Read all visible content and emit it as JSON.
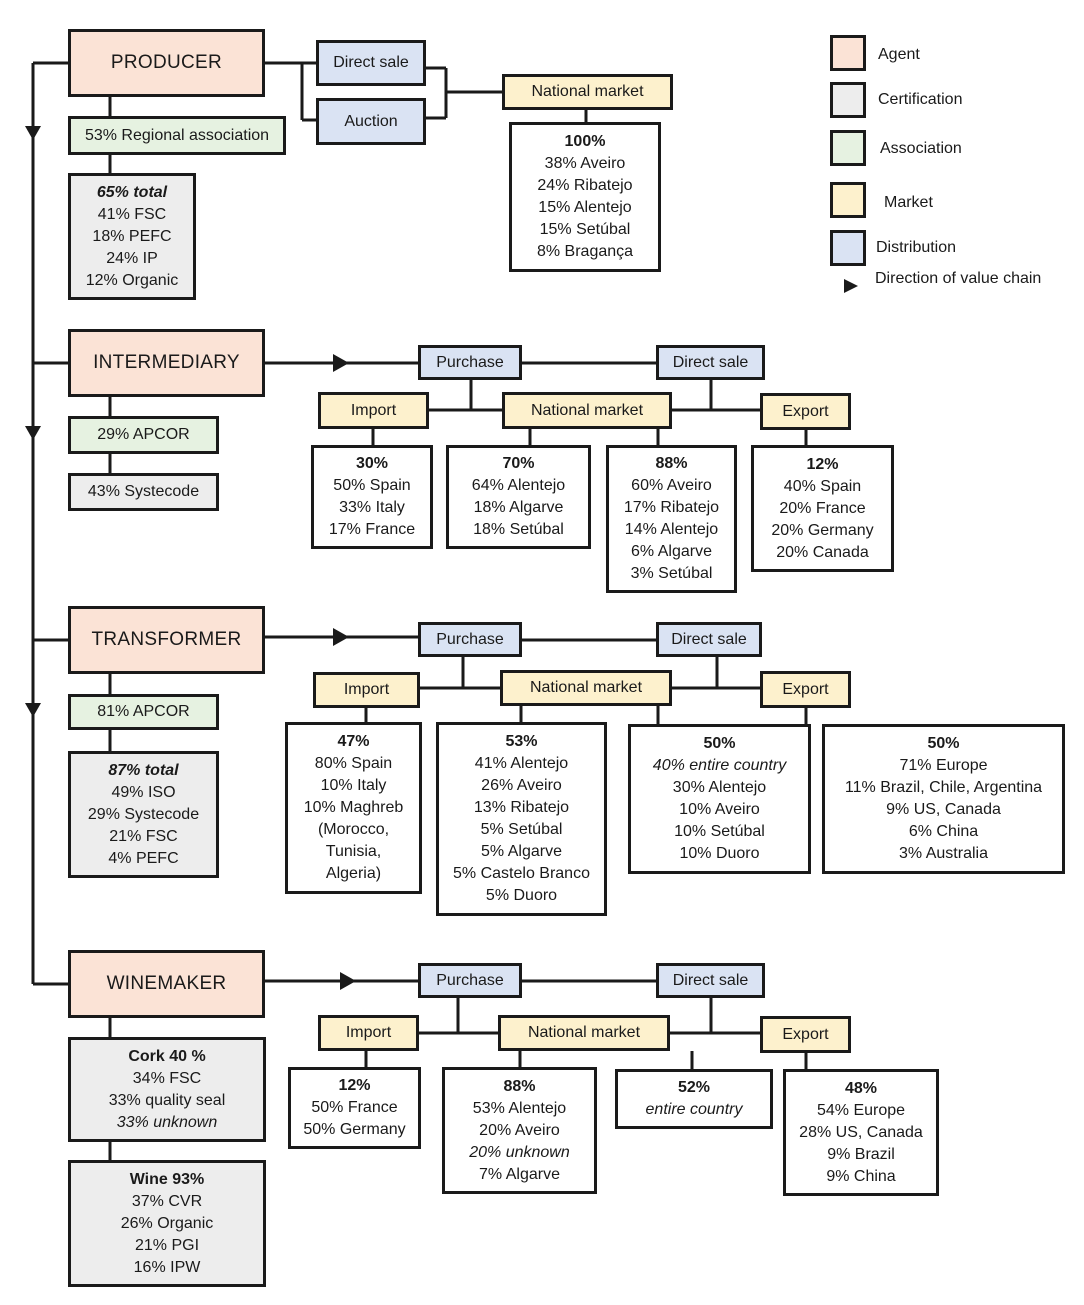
{
  "legend": {
    "agent": "Agent",
    "certification": "Certification",
    "association": "Association",
    "market": "Market",
    "distribution": "Distribution",
    "direction": "Direction of value chain"
  },
  "colors": {
    "agent": "#fbe3d6",
    "certification": "#ededed",
    "association": "#e6f2e1",
    "market": "#fdf1cd",
    "distribution": "#dae3f3"
  },
  "producer": {
    "title": "PRODUCER",
    "association": "53% Regional association",
    "cert": [
      "65% total",
      "41% FSC",
      "18% PEFC",
      "24% IP",
      "12% Organic"
    ],
    "direct_sale": "Direct sale",
    "auction": "Auction",
    "national_market": "National market",
    "national_data": [
      "100%",
      "38% Aveiro",
      "24% Ribatejo",
      "15% Alentejo",
      "15% Setúbal",
      "8% Bragança"
    ]
  },
  "intermediary": {
    "title": "INTERMEDIARY",
    "association": "29% APCOR",
    "cert": "43% Systecode",
    "purchase": "Purchase",
    "direct_sale": "Direct sale",
    "import": "Import",
    "national_market": "National market",
    "export": "Export",
    "import_data": [
      "30%",
      "50% Spain",
      "33% Italy",
      "17% France"
    ],
    "purchase_national_data": [
      "70%",
      "64% Alentejo",
      "18% Algarve",
      "18% Setúbal"
    ],
    "sale_national_data": [
      "88%",
      "60% Aveiro",
      "17% Ribatejo",
      "14% Alentejo",
      "6% Algarve",
      "3% Setúbal"
    ],
    "export_data": [
      "12%",
      "40% Spain",
      "20% France",
      "20% Germany",
      "20% Canada"
    ]
  },
  "transformer": {
    "title": "TRANSFORMER",
    "association": "81% APCOR",
    "cert": [
      "87% total",
      "49% ISO",
      "29% Systecode",
      "21% FSC",
      "4% PEFC"
    ],
    "purchase": "Purchase",
    "direct_sale": "Direct sale",
    "import": "Import",
    "national_market": "National market",
    "export": "Export",
    "import_data": [
      "47%",
      "80% Spain",
      "10% Italy",
      "10% Maghreb",
      "(Morocco,",
      "Tunisia,",
      "Algeria)"
    ],
    "purchase_national_data": [
      "53%",
      "41% Alentejo",
      "26% Aveiro",
      "13% Ribatejo",
      "5% Setúbal",
      "5% Algarve",
      "5% Castelo Branco",
      "5% Duoro"
    ],
    "sale_national_data": [
      "50%",
      "40% entire country",
      "30% Alentejo",
      "10% Aveiro",
      "10% Setúbal",
      "10% Duoro"
    ],
    "export_data": [
      "50%",
      "71% Europe",
      "11% Brazil, Chile, Argentina",
      "9% US, Canada",
      "6% China",
      "3% Australia"
    ]
  },
  "winemaker": {
    "title": "WINEMAKER",
    "cork_cert": [
      "Cork 40 %",
      "34% FSC",
      "33% quality seal",
      "33% unknown"
    ],
    "wine_cert": [
      "Wine 93%",
      "37% CVR",
      "26% Organic",
      "21% PGI",
      "16% IPW"
    ],
    "purchase": "Purchase",
    "direct_sale": "Direct sale",
    "import": "Import",
    "national_market": "National market",
    "export": "Export",
    "import_data": [
      "12%",
      "50% France",
      "50% Germany"
    ],
    "purchase_national_data": [
      "88%",
      "53% Alentejo",
      "20% Aveiro",
      "20% unknown",
      "7% Algarve"
    ],
    "sale_national_data": [
      "52%",
      "entire country"
    ],
    "export_data": [
      "48%",
      "54% Europe",
      "28% US, Canada",
      "9% Brazil",
      "9% China"
    ]
  }
}
